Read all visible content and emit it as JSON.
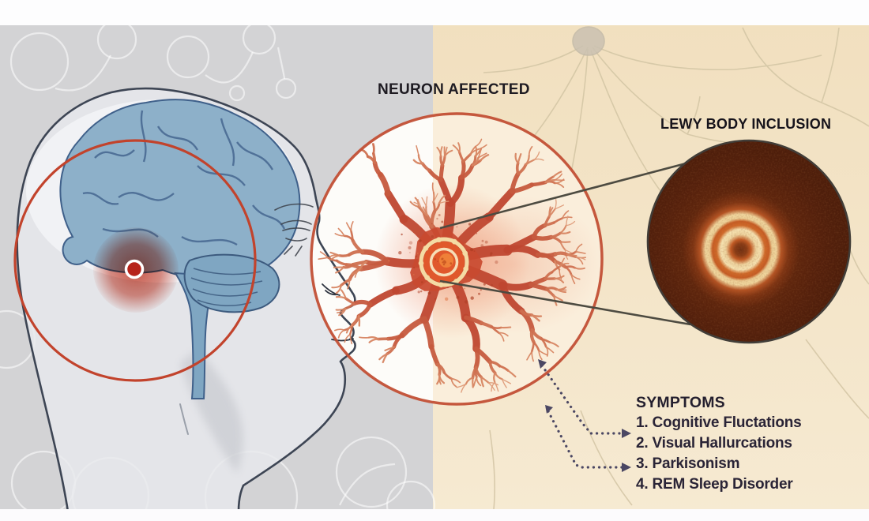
{
  "figure_title": "Lewy body dementia illustration",
  "labels": {
    "neuron_affected": "NEURON AFFECTED",
    "lewy_body_inclusion": "LEWY BODY INCLUSION"
  },
  "symptoms": {
    "heading": "SYMPTOMS",
    "items": [
      "1. Cognitive Fluctations",
      "2. Visual Hallurcations",
      "3. Parkisonism",
      "4. REM Sleep Disorder"
    ]
  },
  "icons": {
    "affected-region-marker-icon": "white-ringed red dot on brainstem",
    "affected-region-ring-icon": "red annotation circle over brain",
    "zoom-cone-icon": "two straight lines linking neuron soma to inclusion close-up",
    "dotted-arrow-icon": "dotted elbow connector with solid triangular arrowheads"
  },
  "colors": {
    "left_background": "#d3d3d5",
    "right_background": "#f3e3c3",
    "circle_interior_left": "#fdfcf9",
    "circle_interior_right": "#faeedb",
    "neuron": "#c8563a",
    "neuron_ring": "#c24f35",
    "brain_blue": "#8db0c9",
    "highlight_red": "#c2432c",
    "lewy_dark_brown": "#5d2410",
    "lewy_halo_cream": "#f2dca8",
    "text": "#211d28",
    "arrow": "#4b4763",
    "cone_line": "#4d4b41"
  }
}
